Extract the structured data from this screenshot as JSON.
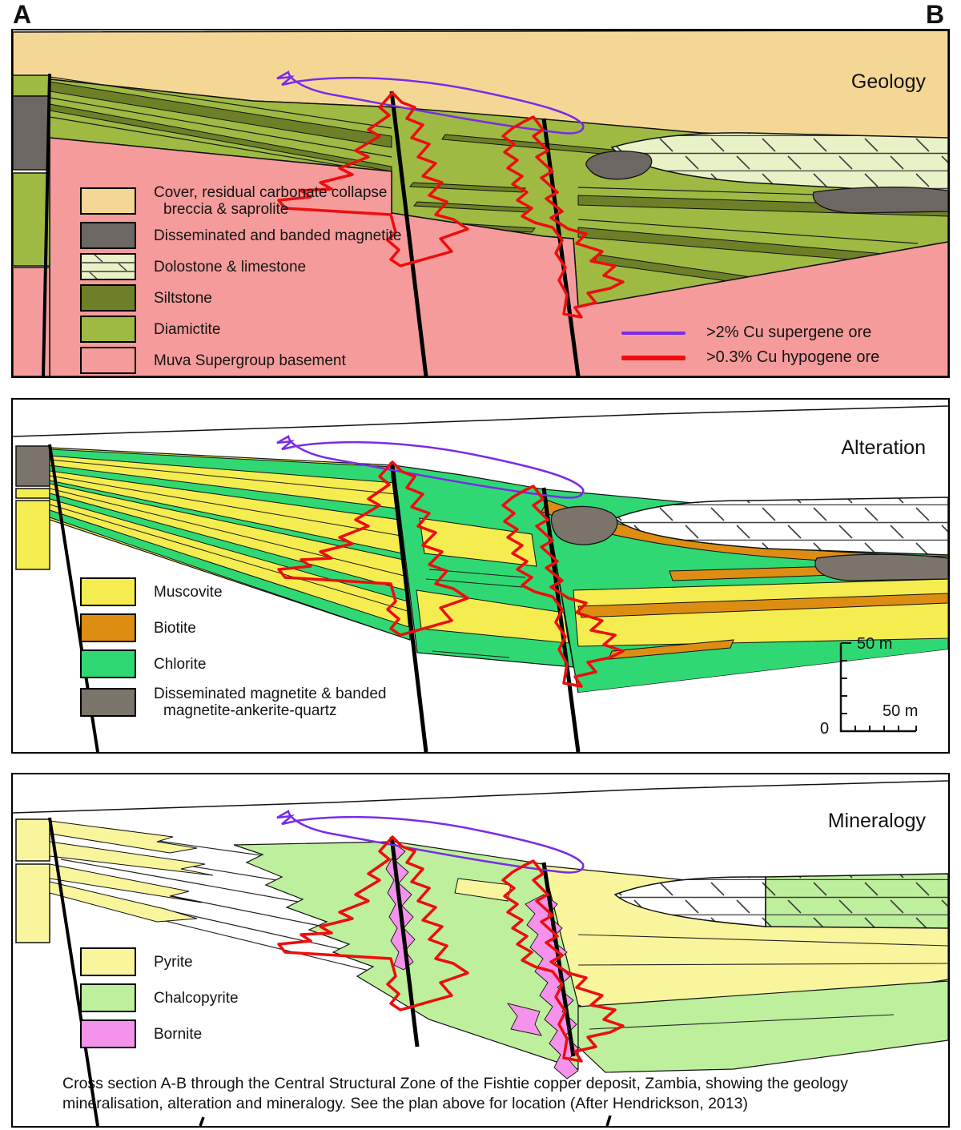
{
  "figure": {
    "endpoint_left": "A",
    "endpoint_right": "B"
  },
  "colors": {
    "white": "#FFFFFF",
    "cover": "#F5D795",
    "magnetite": "#6C6762",
    "magnetite_alt": "#7B746B",
    "dolostone": "#E9F2C6",
    "siltstone": "#6D8027",
    "diamictite": "#9EBA43",
    "basement": "#F59B9B",
    "muscovite": "#F5ED50",
    "biotite": "#DE8D13",
    "chlorite": "#30D874",
    "pyrite": "#F9F59D",
    "chalcopyrite": "#BEEF9D",
    "bornite": "#F593EC",
    "supergene": "#7A2BE8",
    "hypogene": "#EE0D0D",
    "fault": "#000000"
  },
  "panels": {
    "geology": {
      "title": "Geology",
      "legend": [
        {
          "label": "Cover, residual carbonate collapse breccia & saprolite"
        },
        {
          "label": "Disseminated and banded magnetite"
        },
        {
          "label": "Dolostone & limestone"
        },
        {
          "label": "Siltstone"
        },
        {
          "label": "Diamictite"
        },
        {
          "label": "Muva Supergroup basement"
        }
      ],
      "ore_legend": [
        {
          "label": ">2% Cu supergene ore"
        },
        {
          "label": ">0.3% Cu hypogene ore"
        }
      ]
    },
    "alteration": {
      "title": "Alteration",
      "legend": [
        {
          "label": "Muscovite"
        },
        {
          "label": "Biotite"
        },
        {
          "label": "Chlorite"
        },
        {
          "label": "Disseminated magnetite & banded magnetite-ankerite-quartz"
        }
      ],
      "scale_bar": {
        "vertical_label": "50 m",
        "horizontal_label": "50 m",
        "origin_label": "0"
      }
    },
    "mineralogy": {
      "title": "Mineralogy",
      "legend": [
        {
          "label": "Pyrite"
        },
        {
          "label": "Chalcopyrite"
        },
        {
          "label": "Bornite"
        }
      ],
      "caption": "Cross section A-B through the Central Structural Zone of the Fishtie copper deposit, Zambia, showing the geology mineralisation, alteration and mineralogy. See the plan above for location (After Hendrickson, 2013)"
    }
  }
}
